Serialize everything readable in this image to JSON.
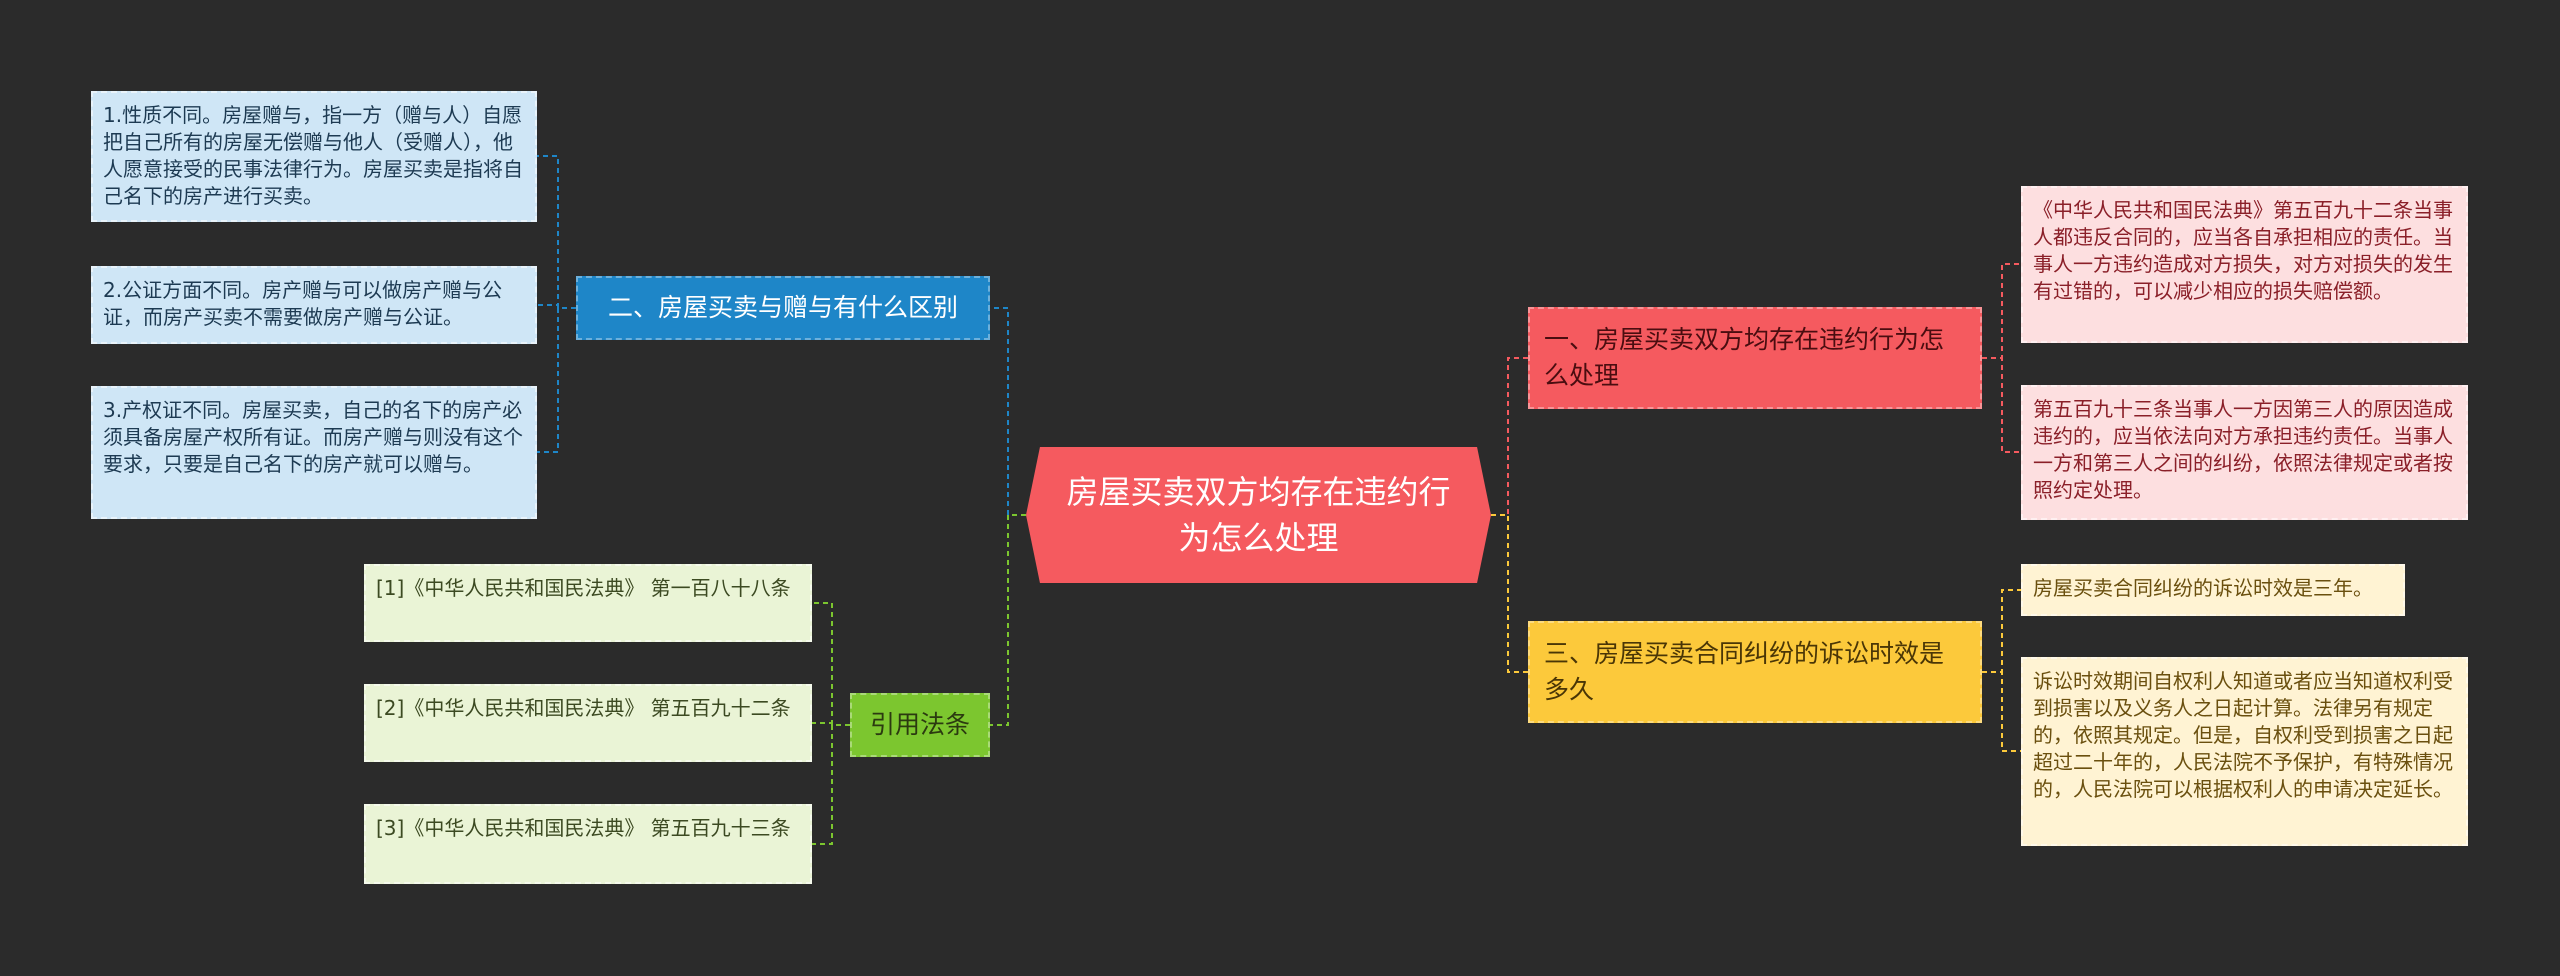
{
  "mindmap": {
    "center": {
      "label": "房屋买卖双方均存在违约行为怎么处理",
      "color": "#f55a5f"
    },
    "branches": {
      "difference": {
        "label": "二、房屋买卖与赠与有什么区别",
        "color": "#1e86c8",
        "leaves": [
          "1.性质不同。房屋赠与，指一方（赠与人）自愿把自己所有的房屋无偿赠与他人（受赠人），他人愿意接受的民事法律行为。房屋买卖是指将自己名下的房产进行买卖。",
          "2.公证方面不同。房产赠与可以做房产赠与公证，而房产买卖不需要做房产赠与公证。",
          "3.产权证不同。房屋买卖，自己的名下的房产必须具备房屋产权所有证。而房产赠与则没有这个要求，只要是自己名下的房产就可以赠与。"
        ]
      },
      "citations": {
        "label": "引用法条",
        "color": "#7cc62f",
        "leaves": [
          "[1]《中华人民共和国民法典》 第一百八十八条",
          "[2]《中华人民共和国民法典》 第五百九十二条",
          "[3]《中华人民共和国民法典》 第五百九十三条"
        ]
      },
      "handling": {
        "label": "一、房屋买卖双方均存在违约行为怎么处理",
        "color": "#f55a5f",
        "leaves": [
          "《中华人民共和国民法典》第五百九十二条当事人都违反合同的，应当各自承担相应的责任。当事人一方违约造成对方损失，对方对损失的发生有过错的，可以减少相应的损失赔偿额。",
          "第五百九十三条当事人一方因第三人的原因造成违约的，应当依法向对方承担违约责任。当事人一方和第三人之间的纠纷，依照法律规定或者按照约定处理。"
        ]
      },
      "limitation": {
        "label": "三、房屋买卖合同纠纷的诉讼时效是多久",
        "color": "#fcc93b",
        "leaves": [
          "房屋买卖合同纠纷的诉讼时效是三年。",
          "诉讼时效期间自权利人知道或者应当知道权利受到损害以及义务人之日起计算。法律另有规定的，依照其规定。但是，自权利受到损害之日起超过二十年的，人民法院不予保护，有特殊情况的，人民法院可以根据权利人的申请决定延长。"
        ]
      }
    }
  }
}
